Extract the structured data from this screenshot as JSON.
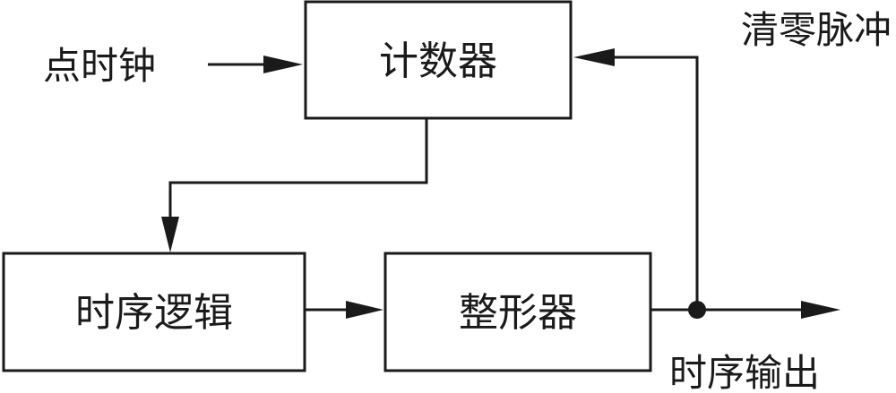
{
  "blocks": {
    "counter": "计数器",
    "timing_logic": "时序逻辑",
    "shaper": "整形器"
  },
  "signals": {
    "clock": "点时钟",
    "clear_pulse": "清零脉冲",
    "timing_output": "时序输出"
  }
}
